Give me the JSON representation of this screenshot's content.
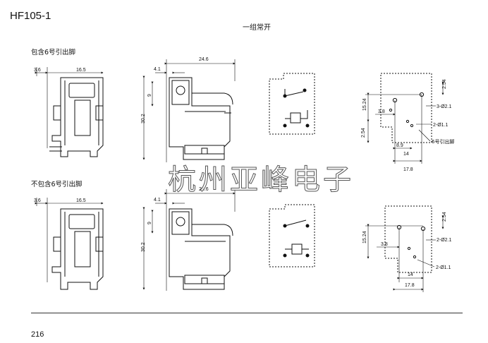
{
  "title": "HF105-1",
  "subtitle": "一组常开",
  "sections": {
    "with_pin6": "包含6号引出脚",
    "without_pin6": "不包含6号引出脚"
  },
  "watermark": "杭州亚峰电子",
  "page_number": "216",
  "dims_top": {
    "side_a": "3.6",
    "side_b": "16.5",
    "front_width": "24.6",
    "front_offset": "4.1",
    "front_h9": "9",
    "front_height": "30.2",
    "pcb_h1": "2.54",
    "pcb_h2": "15.24",
    "pcb_h3": "2.54",
    "pcb_w1": "3.8",
    "pcb_w2": "8.9",
    "pcb_w3": "14",
    "pcb_w4": "17.8",
    "hole_big": "3-Ø2.1",
    "hole_small": "2-Ø1.1",
    "pin6_note": "6号引出脚"
  },
  "dims_bottom": {
    "side_a": "3.6",
    "side_b": "16.5",
    "front_width": "24.6",
    "front_offset": "4.1",
    "front_h9": "9",
    "front_height": "30.2",
    "pcb_h1": "2.54",
    "pcb_h2": "15.24",
    "pcb_w1": "3.8",
    "pcb_w3": "14",
    "pcb_w4": "17.8",
    "hole_big": "2-Ø2.1",
    "hole_small": "2-Ø1.1"
  }
}
